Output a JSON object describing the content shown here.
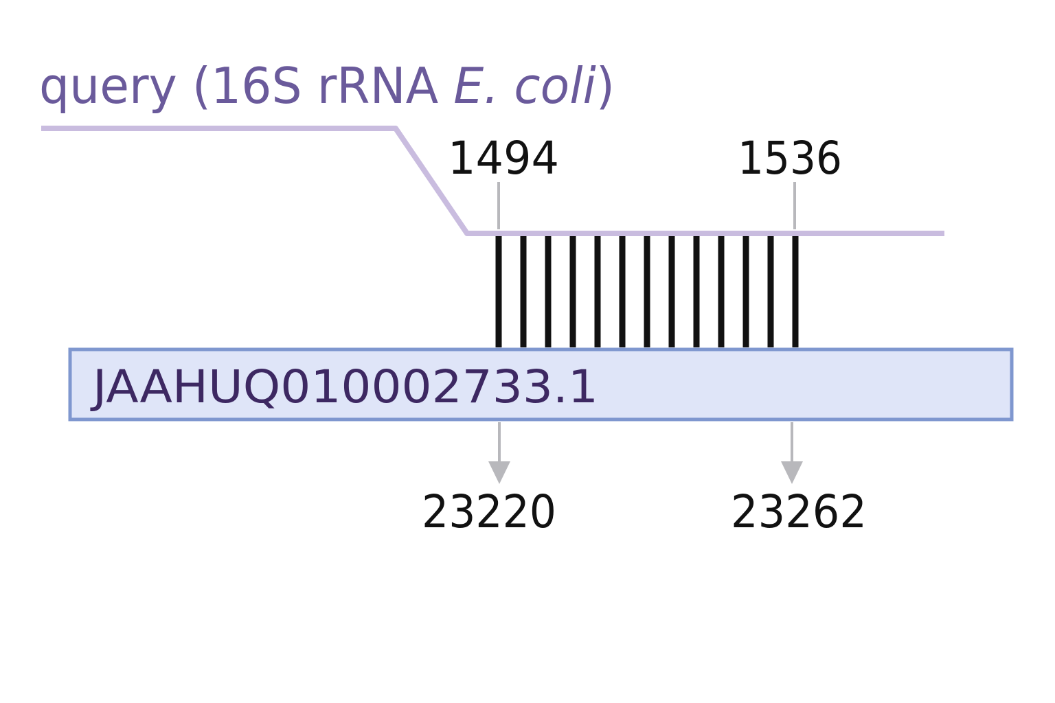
{
  "query": {
    "label_prefix": "query (16S rRNA ",
    "label_species": "E. coli",
    "label_suffix": ")",
    "start": "1494",
    "end": "1536",
    "color": "#c9bcdf",
    "label_color": "#6a5a9b"
  },
  "subject": {
    "accession": "JAAHUQ010002733.1",
    "start": "23220",
    "end": "23262",
    "fill": "#dfe5f8",
    "border": "#7f97cf",
    "text_color": "#3d2862"
  },
  "alignment": {
    "match_lines": 13
  }
}
